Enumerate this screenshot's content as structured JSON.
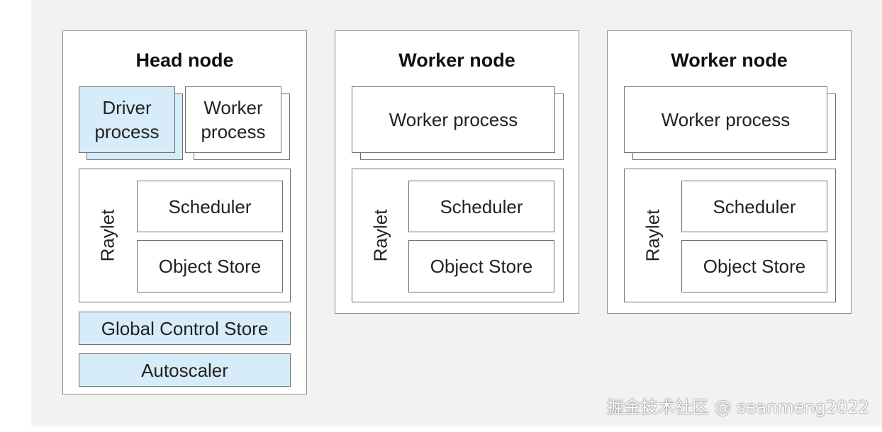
{
  "head_node": {
    "title": "Head node",
    "driver_process": "Driver process",
    "worker_process": "Worker process",
    "raylet": "Raylet",
    "scheduler": "Scheduler",
    "object_store": "Object Store",
    "global_control_store": "Global Control Store",
    "autoscaler": "Autoscaler"
  },
  "worker_nodes": [
    {
      "title": "Worker node",
      "worker_process": "Worker process",
      "raylet": "Raylet",
      "scheduler": "Scheduler",
      "object_store": "Object Store"
    },
    {
      "title": "Worker node",
      "worker_process": "Worker process",
      "raylet": "Raylet",
      "scheduler": "Scheduler",
      "object_store": "Object Store"
    }
  ],
  "watermark": "掘金技术社区 @ seanmeng2022",
  "colors": {
    "highlight": "#d6ecf8",
    "background": "#f2f2f2",
    "border": "#707070"
  }
}
